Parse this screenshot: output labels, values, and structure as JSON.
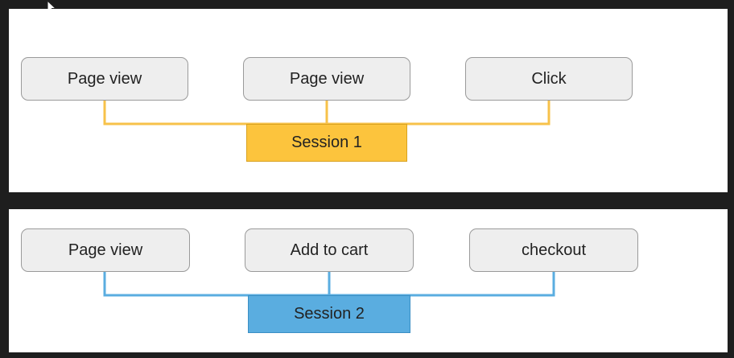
{
  "colors": {
    "background": "#1e1e1e",
    "panel": "#ffffff",
    "event_fill": "#eeeeee",
    "event_border": "#9a9a9a",
    "session1_fill": "#fcc43d",
    "session1_line": "#f7c24a",
    "session2_fill": "#5aade0",
    "session2_line": "#5aade0"
  },
  "diagram_1": {
    "events": [
      "Page view",
      "Page view",
      "Click"
    ],
    "session_label": "Session 1"
  },
  "diagram_2": {
    "events": [
      "Page view",
      "Add to cart",
      "checkout"
    ],
    "session_label": "Session 2"
  }
}
